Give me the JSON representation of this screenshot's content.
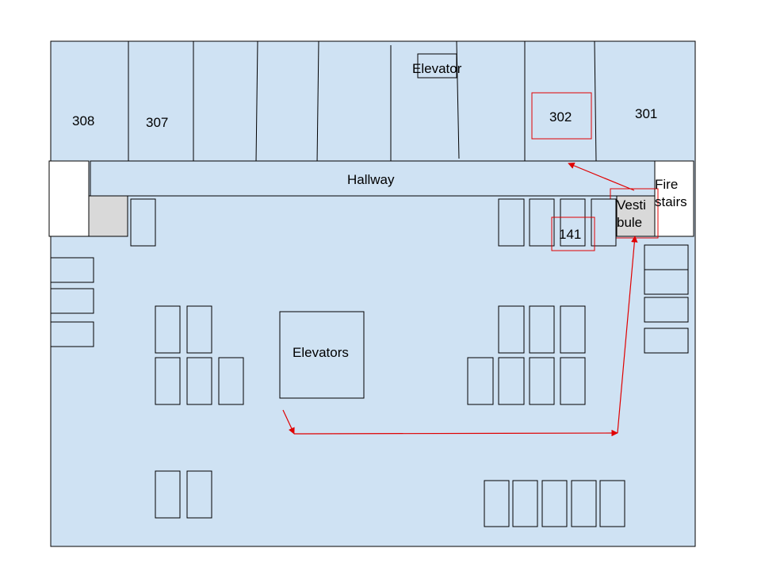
{
  "labels": {
    "room_308": "308",
    "room_307": "307",
    "elevator_top": "Elevator",
    "room_302": "302",
    "room_301": "301",
    "hallway": "Hallway",
    "fire_stairs_line1": "Fire",
    "fire_stairs_line2": "stairs",
    "vestibule_line1": "Vesti",
    "vestibule_line2": "bule",
    "room_141": "141",
    "elevators": "Elevators"
  },
  "colors": {
    "floor_fill": "#cfe2f3",
    "highlight_route": "#e00000",
    "grey_block": "#d9d9d9"
  }
}
